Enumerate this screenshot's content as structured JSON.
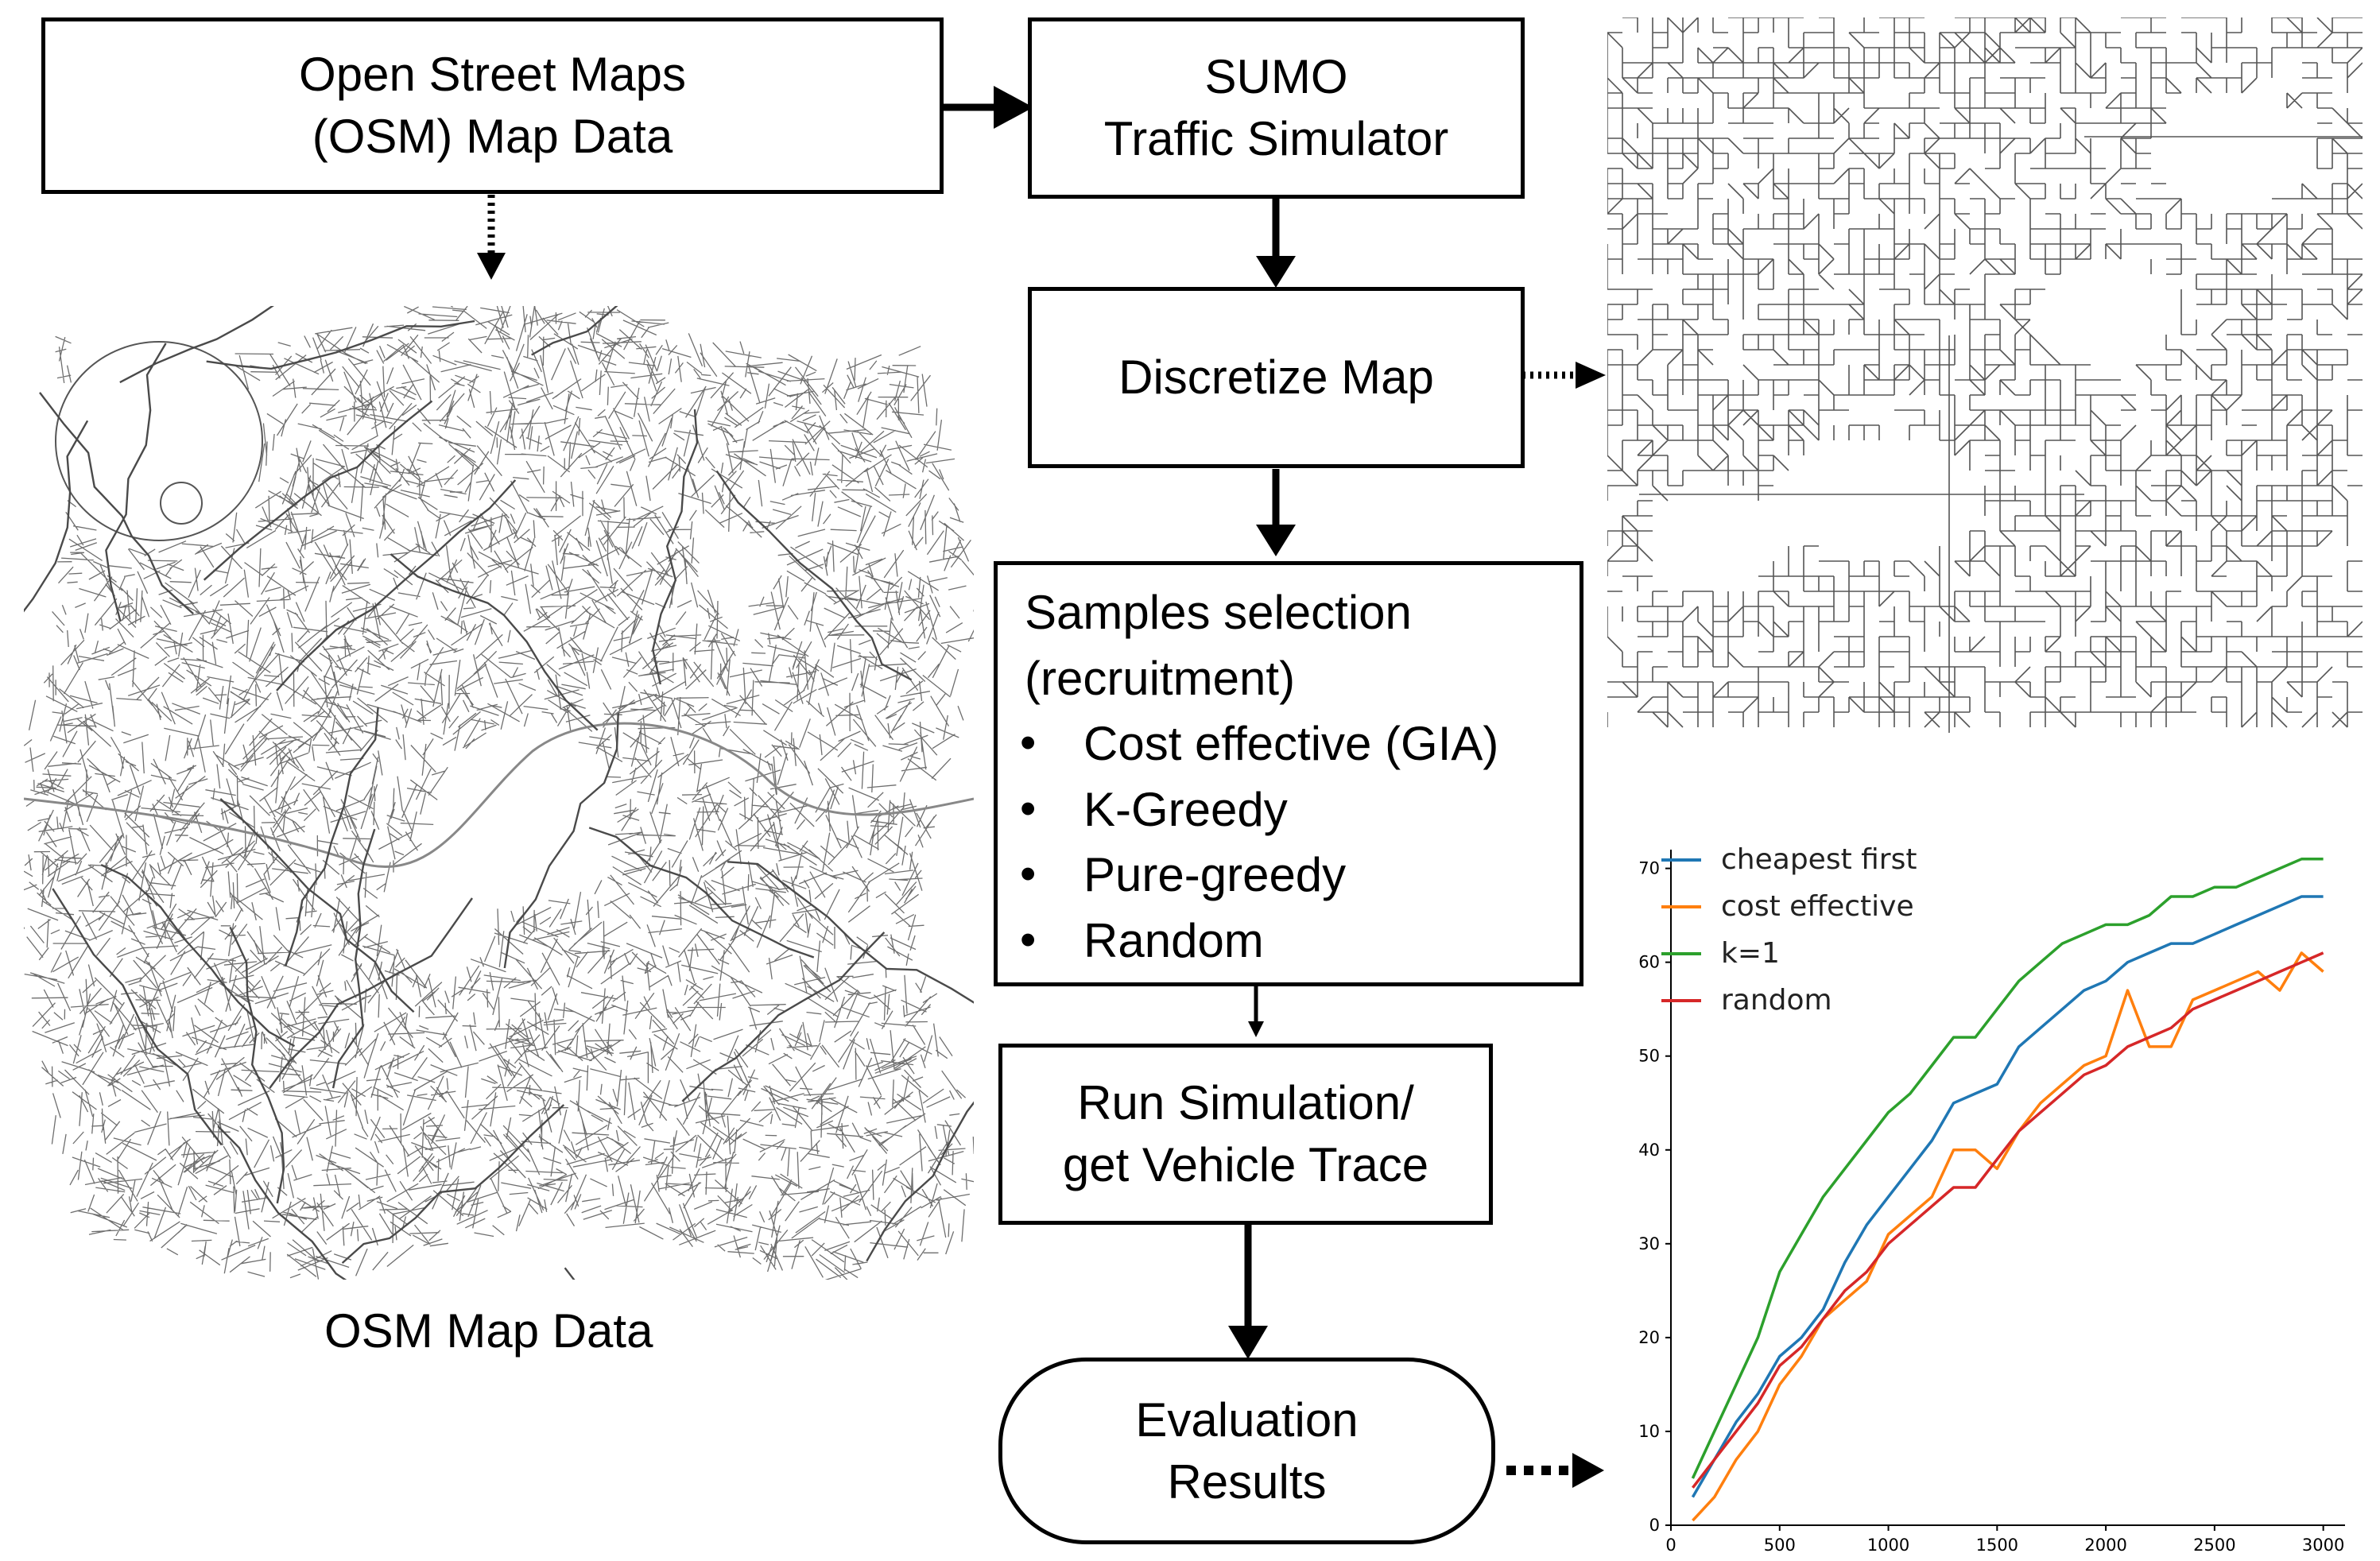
{
  "nodes": {
    "osm_source": {
      "lines": [
        "Open Street Maps",
        "(OSM) Map Data"
      ]
    },
    "sumo": {
      "lines": [
        "SUMO",
        "Traffic Simulator"
      ]
    },
    "discretize": {
      "lines": [
        "Discretize Map"
      ]
    },
    "samples": {
      "heading": [
        "Samples selection",
        "(recruitment)"
      ],
      "bullet_char": "•",
      "items": [
        "Cost effective (GIA)",
        "K-Greedy",
        "Pure-greedy",
        "Random"
      ]
    },
    "simulation": {
      "lines": [
        "Run Simulation/",
        "get Vehicle Trace"
      ]
    },
    "evaluation": {
      "lines": [
        "Evaluation",
        "Results"
      ]
    }
  },
  "captions": {
    "osm_map": "OSM Map Data"
  },
  "edges": [
    {
      "from": "osm_source",
      "to": "sumo",
      "style": "solid"
    },
    {
      "from": "sumo",
      "to": "discretize",
      "style": "solid"
    },
    {
      "from": "discretize",
      "to": "samples",
      "style": "solid"
    },
    {
      "from": "samples",
      "to": "simulation",
      "style": "solid"
    },
    {
      "from": "simulation",
      "to": "evaluation",
      "style": "solid"
    },
    {
      "from": "osm_source",
      "to": "osm_map_image",
      "style": "dotted"
    },
    {
      "from": "discretize",
      "to": "grid_map_image",
      "style": "dotted"
    },
    {
      "from": "evaluation",
      "to": "results_chart",
      "style": "dashed"
    }
  ],
  "images": {
    "osm_map_image": "London street network map",
    "grid_map_image": "discretized grid road network"
  },
  "chart_data": {
    "type": "line",
    "title": "",
    "xlabel": "",
    "ylabel": "",
    "xlim": [
      0,
      3100
    ],
    "ylim": [
      0,
      72
    ],
    "xticks": [
      0,
      500,
      1000,
      1500,
      2000,
      2500,
      3000
    ],
    "yticks": [
      0,
      10,
      20,
      30,
      40,
      50,
      60,
      70
    ],
    "grid": false,
    "legend": "top-left",
    "series": [
      {
        "name": "cheapest first",
        "color": "#1f77b4",
        "x": [
          100,
          200,
          300,
          400,
          500,
          600,
          700,
          800,
          900,
          1000,
          1100,
          1200,
          1300,
          1400,
          1500,
          1600,
          1700,
          1800,
          1900,
          2000,
          2100,
          2200,
          2300,
          2400,
          2500,
          2600,
          2700,
          2800,
          2900,
          3000
        ],
        "y": [
          3,
          7,
          11,
          14,
          18,
          20,
          23,
          28,
          32,
          35,
          38,
          41,
          45,
          46,
          47,
          51,
          53,
          55,
          57,
          58,
          60,
          61,
          62,
          62,
          63,
          64,
          65,
          66,
          67,
          67
        ]
      },
      {
        "name": "cost effective",
        "color": "#ff7f0e",
        "x": [
          100,
          200,
          300,
          400,
          500,
          600,
          700,
          800,
          900,
          1000,
          1100,
          1200,
          1300,
          1400,
          1500,
          1600,
          1700,
          1800,
          1900,
          2000,
          2100,
          2200,
          2300,
          2400,
          2500,
          2600,
          2700,
          2800,
          2900,
          3000
        ],
        "y": [
          0.5,
          3,
          7,
          10,
          15,
          18,
          22,
          24,
          26,
          31,
          33,
          35,
          40,
          40,
          38,
          42,
          45,
          47,
          49,
          50,
          57,
          51,
          51,
          56,
          57,
          58,
          59,
          57,
          61,
          59
        ]
      },
      {
        "name": "k=1",
        "color": "#2ca02c",
        "x": [
          100,
          200,
          300,
          400,
          500,
          600,
          700,
          800,
          900,
          1000,
          1100,
          1200,
          1300,
          1400,
          1500,
          1600,
          1700,
          1800,
          1900,
          2000,
          2100,
          2200,
          2300,
          2400,
          2500,
          2600,
          2700,
          2800,
          2900,
          3000
        ],
        "y": [
          5,
          10,
          15,
          20,
          27,
          31,
          35,
          38,
          41,
          44,
          46,
          49,
          52,
          52,
          55,
          58,
          60,
          62,
          63,
          64,
          64,
          65,
          67,
          67,
          68,
          68,
          69,
          70,
          71,
          71
        ]
      },
      {
        "name": "random",
        "color": "#d62728",
        "x": [
          100,
          200,
          300,
          400,
          500,
          600,
          700,
          800,
          900,
          1000,
          1100,
          1200,
          1300,
          1400,
          1500,
          1600,
          1700,
          1800,
          1900,
          2000,
          2100,
          2200,
          2300,
          2400,
          2500,
          2600,
          2700,
          2800,
          2900,
          3000
        ],
        "y": [
          4,
          7,
          10,
          13,
          17,
          19,
          22,
          25,
          27,
          30,
          32,
          34,
          36,
          36,
          39,
          42,
          44,
          46,
          48,
          49,
          51,
          52,
          53,
          55,
          56,
          57,
          58,
          59,
          60,
          61
        ]
      }
    ]
  }
}
